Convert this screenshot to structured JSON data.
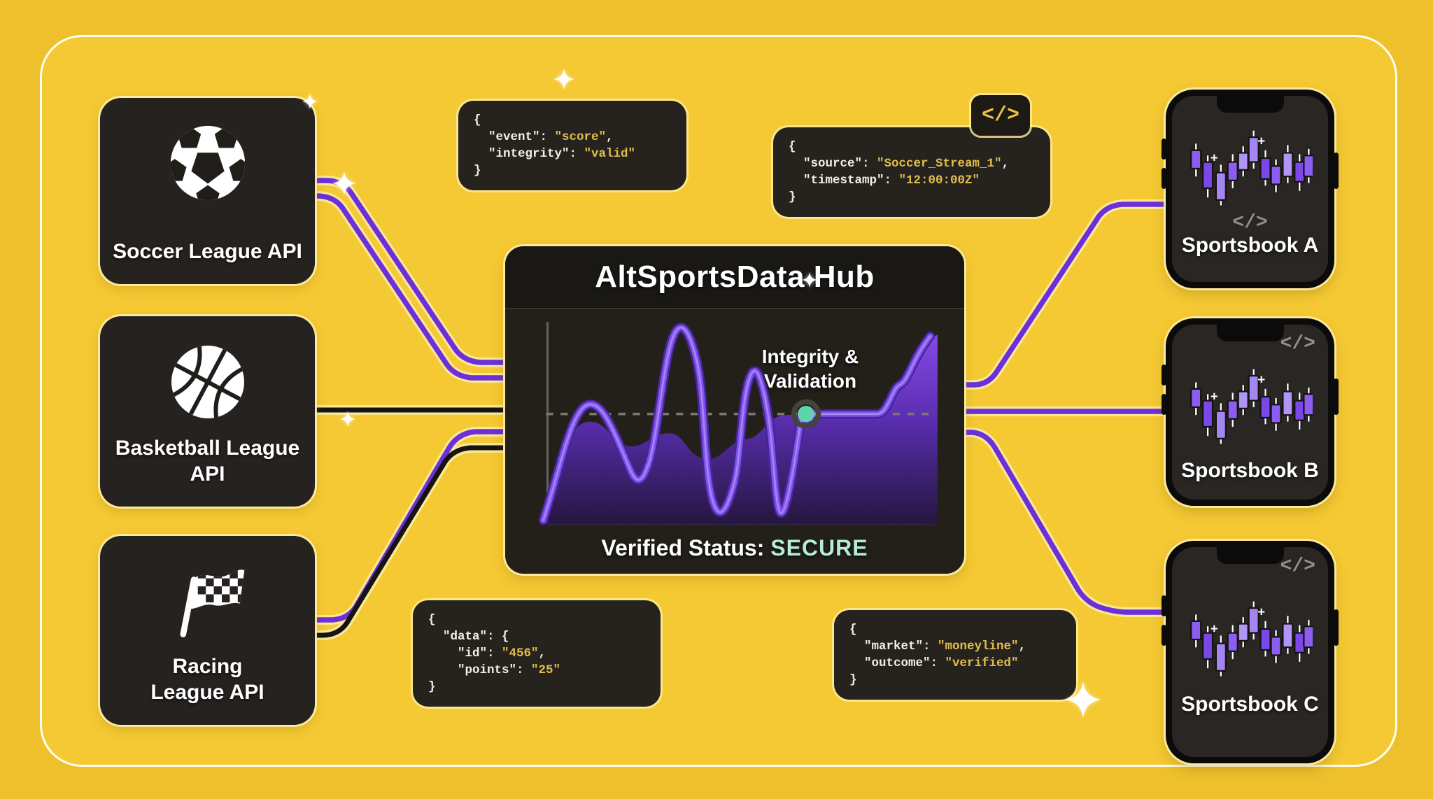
{
  "frame": {
    "background": "#f5c933",
    "border": "#fffef2"
  },
  "sources": [
    {
      "label": "Soccer League API",
      "icon": "soccer-ball-icon"
    },
    {
      "label": "Basketball League\nAPI",
      "icon": "basketball-icon"
    },
    {
      "label": "Racing\nLeague API",
      "icon": "checkered-flag-icon"
    }
  ],
  "hub": {
    "title": "AltSportsData Hub",
    "annotation": "Integrity &\nValidation",
    "status_label": "Verified Status: ",
    "status_value": "SECURE",
    "status_color": "#b4ecd9",
    "line_color": "#8250ec",
    "area_color": "#7b3fe4",
    "dot_color": "#5fd4ac"
  },
  "code_badge_glyph": "</>",
  "phone_code_glyph": "</>",
  "code_snippets": {
    "event": {
      "lines": [
        [
          [
            "w",
            "{"
          ]
        ],
        [
          [
            "w",
            "  \"event\": "
          ],
          [
            "y",
            "\"score\""
          ],
          [
            "w",
            ","
          ]
        ],
        [
          [
            "w",
            "  \"integrity\": "
          ],
          [
            "y",
            "\"valid\""
          ]
        ],
        [
          [
            "w",
            "}"
          ]
        ]
      ]
    },
    "source": {
      "lines": [
        [
          [
            "w",
            "{"
          ]
        ],
        [
          [
            "w",
            "  \"source\": "
          ],
          [
            "y",
            "\"Soccer_Stream_1\""
          ],
          [
            "w",
            ","
          ]
        ],
        [
          [
            "w",
            "  \"timestamp\": "
          ],
          [
            "y",
            "\"12:00:00Z\""
          ]
        ],
        [
          [
            "w",
            "}"
          ]
        ]
      ]
    },
    "data": {
      "lines": [
        [
          [
            "w",
            "{"
          ]
        ],
        [
          [
            "w",
            "  \"data\": {"
          ]
        ],
        [
          [
            "w",
            "    \"id\": "
          ],
          [
            "y",
            "\"456\""
          ],
          [
            "w",
            ","
          ]
        ],
        [
          [
            "w",
            "    \"points\": "
          ],
          [
            "y",
            "\"25\""
          ]
        ],
        [
          [
            "w",
            "}"
          ]
        ]
      ]
    },
    "market": {
      "lines": [
        [
          [
            "w",
            "{"
          ]
        ],
        [
          [
            "w",
            "  \"market\": "
          ],
          [
            "y",
            "\"moneyline\""
          ],
          [
            "w",
            ","
          ]
        ],
        [
          [
            "w",
            "  \"outcome\": "
          ],
          [
            "y",
            "\"verified\""
          ]
        ],
        [
          [
            "w",
            "}"
          ]
        ]
      ]
    }
  },
  "phones": [
    {
      "label": "Sportsbook A"
    },
    {
      "label": "Sportsbook B"
    },
    {
      "label": "Sportsbook C"
    }
  ]
}
